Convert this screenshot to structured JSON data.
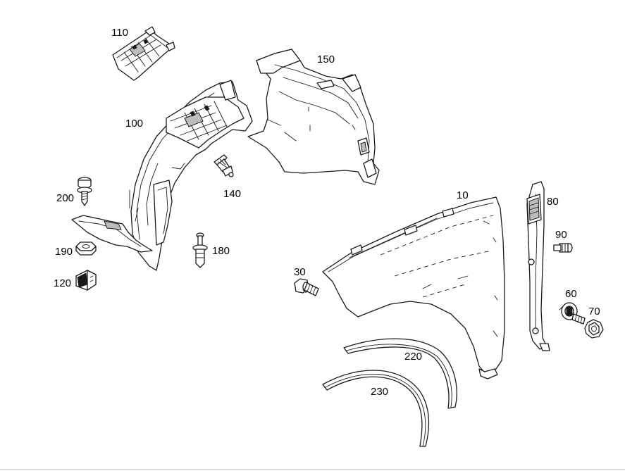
{
  "diagram": {
    "type": "exploded parts diagram",
    "line_color": "#1a1a1a",
    "fill_color": "#ffffff",
    "parts": [
      {
        "id": "p110",
        "label": "110",
        "icon": "clip-holder-part"
      },
      {
        "id": "p150",
        "label": "150",
        "icon": "wheel-arch-liner-rear-part"
      },
      {
        "id": "p100",
        "label": "100",
        "icon": "wheel-arch-liner-part"
      },
      {
        "id": "p140",
        "label": "140",
        "icon": "expanding-rivet-part"
      },
      {
        "id": "p200",
        "label": "200",
        "icon": "screw-part"
      },
      {
        "id": "p190",
        "label": "190",
        "icon": "nut-part"
      },
      {
        "id": "p120",
        "label": "120",
        "icon": "speed-clip-part"
      },
      {
        "id": "p180",
        "label": "180",
        "icon": "push-rivet-part"
      },
      {
        "id": "p10",
        "label": "10",
        "icon": "fender-panel-part"
      },
      {
        "id": "p80",
        "label": "80",
        "icon": "fender-bracket-part"
      },
      {
        "id": "p90",
        "label": "90",
        "icon": "spreader-rivet-part"
      },
      {
        "id": "p30",
        "label": "30",
        "icon": "bolt-part"
      },
      {
        "id": "p60",
        "label": "60",
        "icon": "stud-bolt-part"
      },
      {
        "id": "p70",
        "label": "70",
        "icon": "flange-nut-part"
      },
      {
        "id": "p220",
        "label": "220",
        "icon": "wheel-arch-trim-part"
      },
      {
        "id": "p230",
        "label": "230",
        "icon": "wheel-arch-seal-part"
      }
    ]
  }
}
